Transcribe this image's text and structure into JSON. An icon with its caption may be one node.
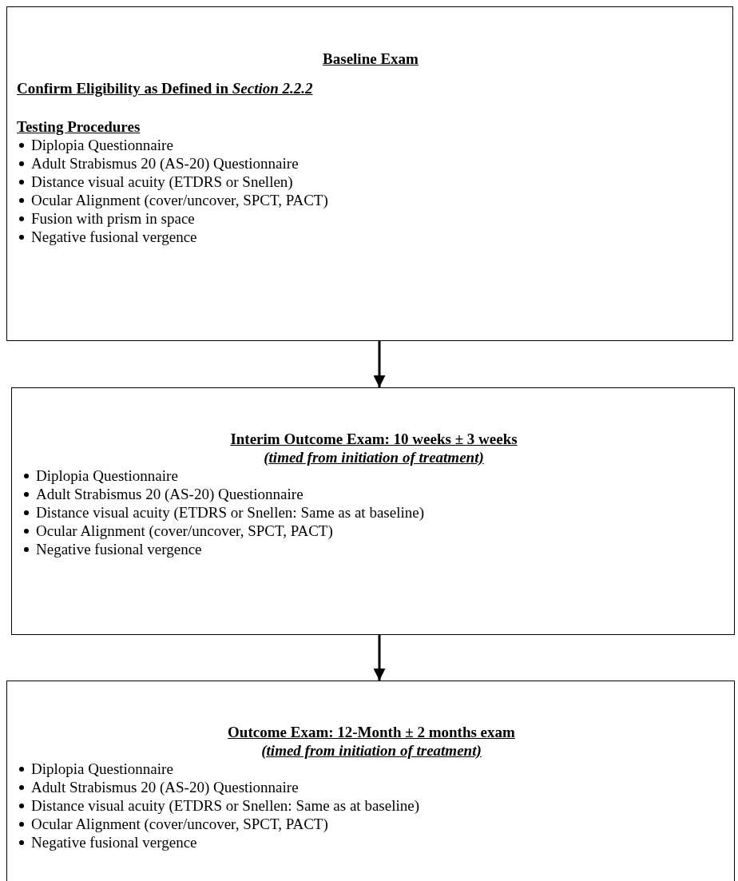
{
  "diagram": {
    "nodes": [
      {
        "text": [
          "Baseline Exam",
          "Confirm Eligibility as Defined in *Section 2.2.2*",
          "Testing Procedures",
          "Diplopia Questionnaire",
          "Adult Strabismus 20 (AS-20) Questionnaire",
          "Distance visual acuity (ETDRS or Snellen)",
          "Ocular Alignment (cover/uncover, SPCT, PACT)",
          "Fusion with prism in space",
          "Negative fusional vergence"
        ]
      },
      {
        "text": [
          "Interim Outcome Exam: 10 weeks ± 3 weeks",
          "(timed from initiation of treatment)",
          "Diplopia Questionnaire",
          "Adult Strabismus 20 (AS-20) Questionnaire",
          "Distance visual acuity (ETDRS or Snellen: Same as at baseline)",
          "Ocular Alignment (cover/uncover, SPCT, PACT)",
          "Negative fusional vergence"
        ]
      },
      {
        "text": [
          "Outcome Exam: 12-Month ± 2 months exam",
          "(timed from initiation of treatment)",
          "Diplopia Questionnaire",
          "Adult Strabismus 20 (AS-20) Questionnaire",
          "Distance visual acuity (ETDRS or Snellen: Same as at baseline)",
          "Ocular Alignment (cover/uncover, SPCT, PACT)",
          "Negative fusional vergence"
        ]
      }
    ],
    "edges": [
      {
        "from": 0,
        "to": 1,
        "arrow": "to"
      },
      {
        "from": 1,
        "to": 2,
        "arrow": "to"
      }
    ]
  }
}
